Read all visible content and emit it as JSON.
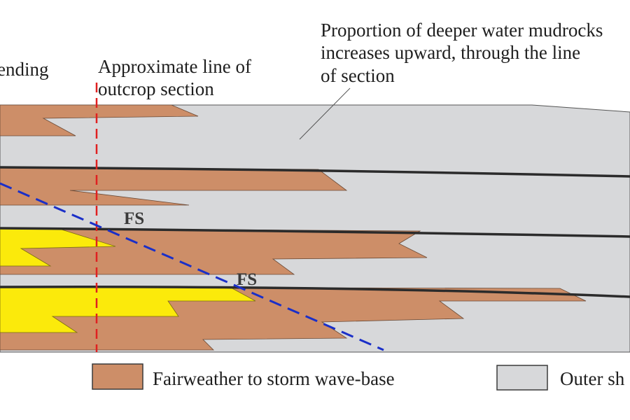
{
  "annotations": {
    "left_fragment": "ending",
    "outcrop_line_1": "Approximate line of",
    "outcrop_line_2": "outcrop section",
    "proportion_line_1": "Proportion of deeper water mudrocks",
    "proportion_line_2": "increases upward, through the line",
    "proportion_line_3": "of section"
  },
  "surfaces": [
    {
      "label": "FS"
    },
    {
      "label": "FS"
    }
  ],
  "legend": [
    {
      "label": "Fairweather to storm wave-base",
      "color": "#cd8e68"
    },
    {
      "label": "Outer sh",
      "color": "#d7d8da"
    }
  ],
  "colors": {
    "outer_shelf_mudrock": "#d7d8da",
    "storm_wave_base_facies": "#cd8e68",
    "shoreface_sandstone": "#fbea0b",
    "outcrop_line": "#e02020",
    "correlation_line": "#1a2fc8",
    "bounding_surface": "#2b2b2b"
  }
}
